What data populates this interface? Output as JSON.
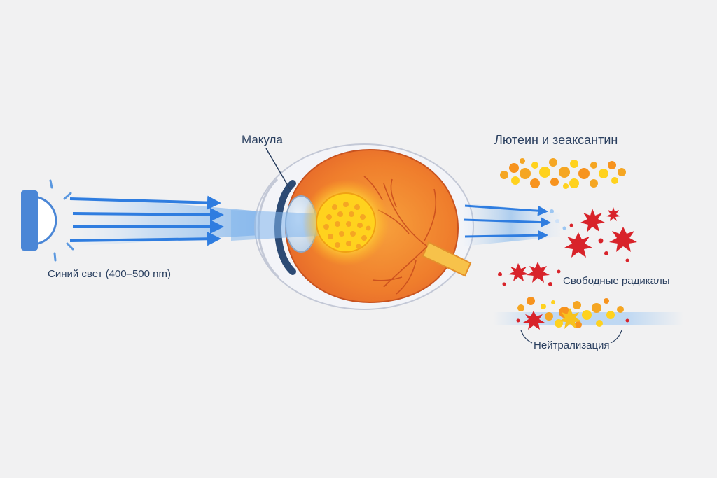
{
  "labels": {
    "blue_light": "Синий свет (400–500 nm)",
    "macula": "Макула",
    "lutein": "Лютеин и зеаксантин",
    "free_radicals": "Свободные радикалы",
    "neutralization": "Нейтрализация"
  },
  "colors": {
    "background": "#f1f1f2",
    "blue_light": "#2f7de0",
    "eye_orange": "#ee7a2c",
    "macula_yellow": "#ffd21e",
    "radical_red": "#d8232a",
    "carotenoid_orange": "#f5a623"
  },
  "icons": {
    "light_source": "lamp-icon",
    "radical": "starburst-icon"
  }
}
